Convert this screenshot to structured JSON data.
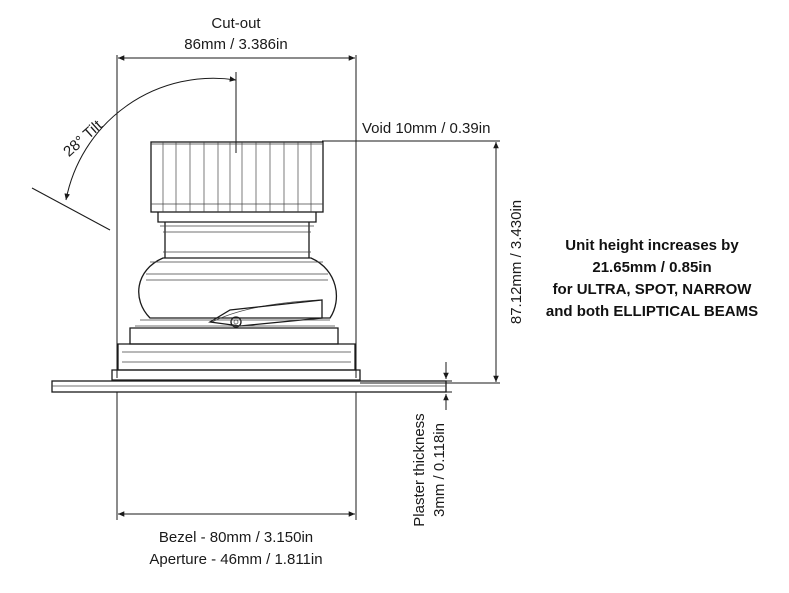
{
  "cutout": {
    "title": "Cut-out",
    "value": "86mm / 3.386in"
  },
  "tilt": {
    "label": "28° Tilt"
  },
  "void": {
    "label": "Void 10mm / 0.39in"
  },
  "height": {
    "label": "87.12mm / 3.430in"
  },
  "note": {
    "line1": "Unit height increases by",
    "line2": "21.65mm / 0.85in",
    "line3": "for ULTRA, SPOT, NARROW",
    "line4": "and both ELLIPTICAL BEAMS"
  },
  "plaster": {
    "line1": "Plaster thickness",
    "line2": "3mm / 0.118in"
  },
  "bezel": {
    "label": "Bezel - 80mm / 3.150in"
  },
  "aperture": {
    "label": "Aperture - 46mm / 1.811in"
  }
}
